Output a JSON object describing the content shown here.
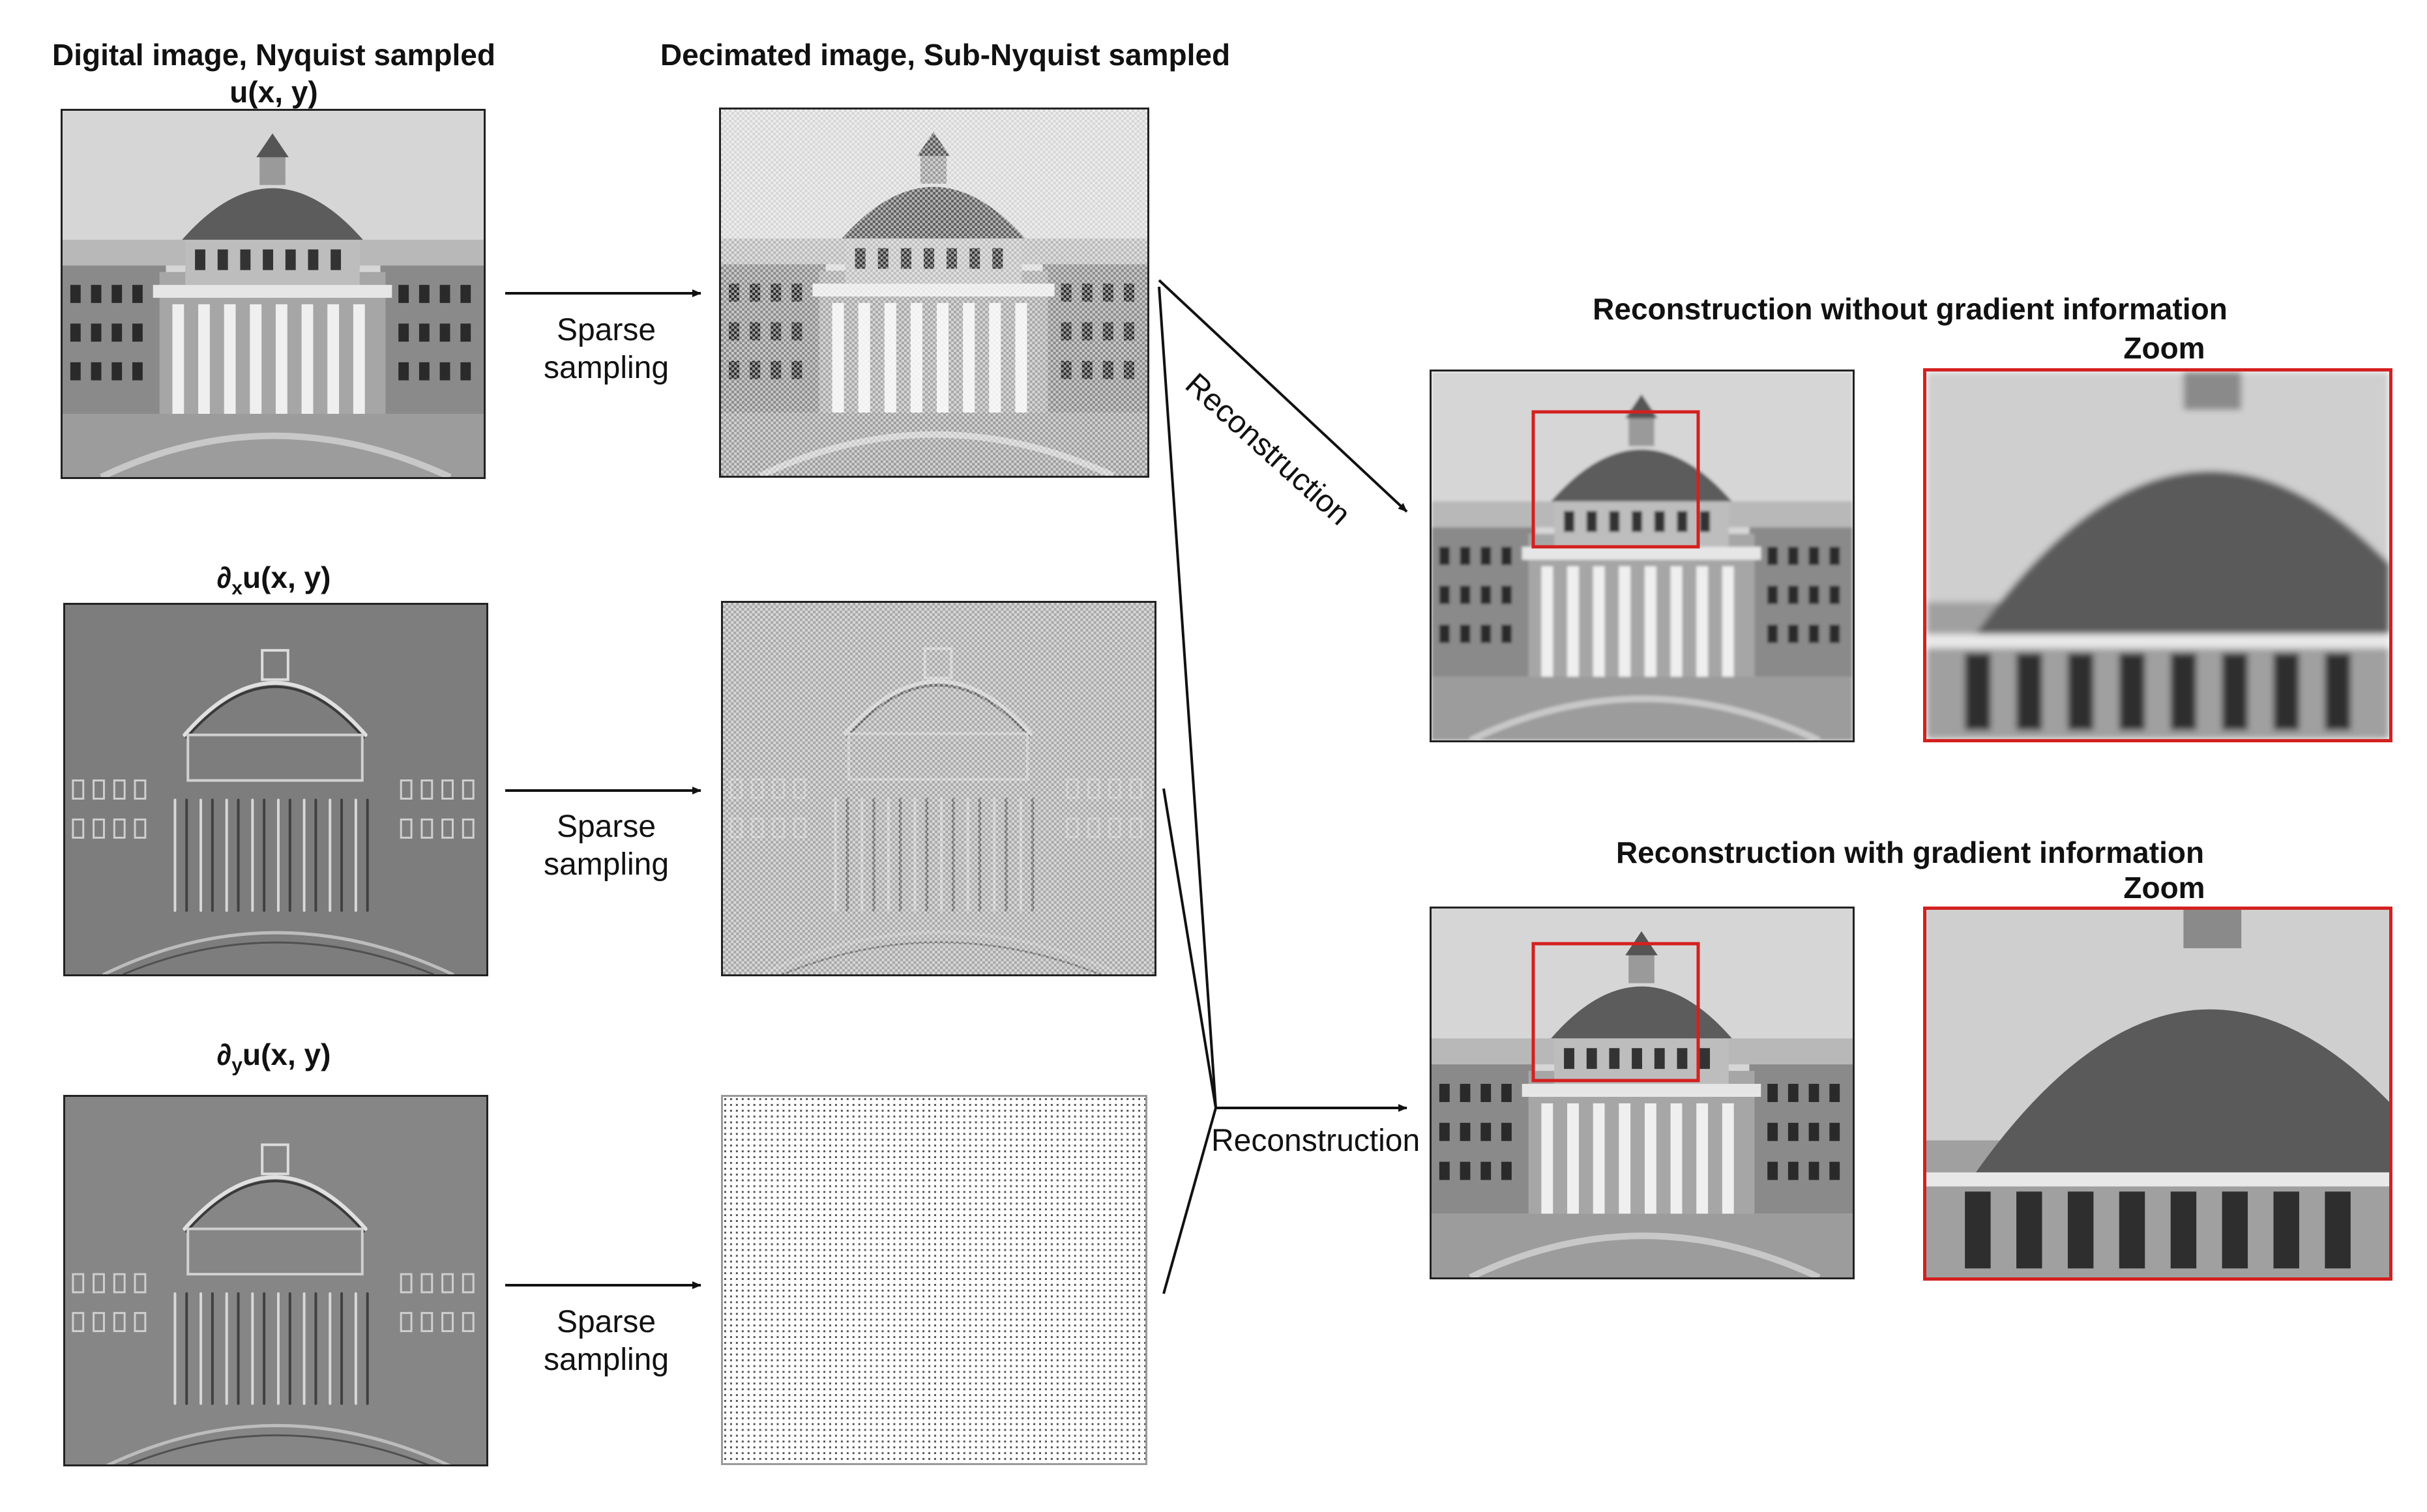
{
  "labels": {
    "digital_image_title": "Digital image, Nyquist sampled",
    "u_label": "u(x, y)",
    "decimated_title": "Decimated image, Sub-Nyquist sampled",
    "dx_prefix": "∂",
    "dx_sub": "x",
    "dx_suffix": "u(x, y)",
    "dy_prefix": "∂",
    "dy_sub": "y",
    "dy_suffix": "u(x, y)",
    "recon_without_title": "Reconstruction without gradient information",
    "recon_with_title": "Reconstruction with gradient information",
    "zoom_top": "Zoom",
    "zoom_bottom": "Zoom"
  },
  "arrows": {
    "sparse_1_line1": "Sparse",
    "sparse_1_line2": "sampling",
    "sparse_2_line1": "Sparse",
    "sparse_2_line2": "sampling",
    "sparse_3_line1": "Sparse",
    "sparse_3_line2": "sampling",
    "reconstruction_diagonal": "Reconstruction",
    "reconstruction_bottom": "Reconstruction"
  },
  "colors": {
    "zoom_box": "#d42020",
    "arrow": "#111111",
    "sky": "#d8d8d8",
    "dome": "#5a5a5a",
    "building": "#9a9a9a"
  }
}
